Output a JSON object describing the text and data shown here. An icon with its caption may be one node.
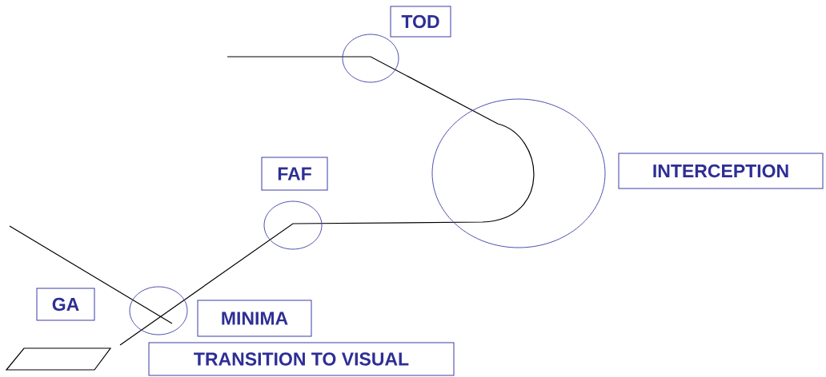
{
  "diagram": {
    "nodes": [
      {
        "text": [
          "TOD"
        ]
      },
      {
        "text": [
          "FAF"
        ]
      },
      {
        "text": [
          "INTERCEPTION"
        ]
      },
      {
        "text": [
          "GA"
        ]
      },
      {
        "text": [
          "MINIMA"
        ]
      },
      {
        "text": [
          "TRANSITION TO VISUAL"
        ]
      }
    ]
  }
}
